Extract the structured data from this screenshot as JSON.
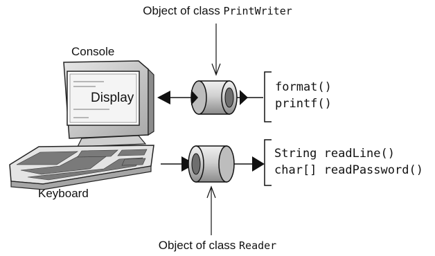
{
  "captions": {
    "printwriter_prefix": "Object of class ",
    "printwriter_class": "PrintWriter",
    "reader_prefix": "Object of class ",
    "reader_class": "Reader"
  },
  "labels": {
    "console": "Console",
    "display": "Display",
    "keyboard": "Keyboard"
  },
  "output_methods": [
    "format()",
    "printf()"
  ],
  "input_methods": [
    "String readLine()",
    "char[] readPassword()"
  ],
  "colors": {
    "ink": "#111111",
    "cylinder_light": "#d9d9d9",
    "cylinder_mid": "#9a9a9a",
    "cylinder_dark": "#5a5a5a",
    "monitor_shade": "#bdbdbd"
  },
  "icons": [
    "monitor-icon",
    "keyboard-icon",
    "printwriter-cylinder-icon",
    "reader-cylinder-icon"
  ]
}
